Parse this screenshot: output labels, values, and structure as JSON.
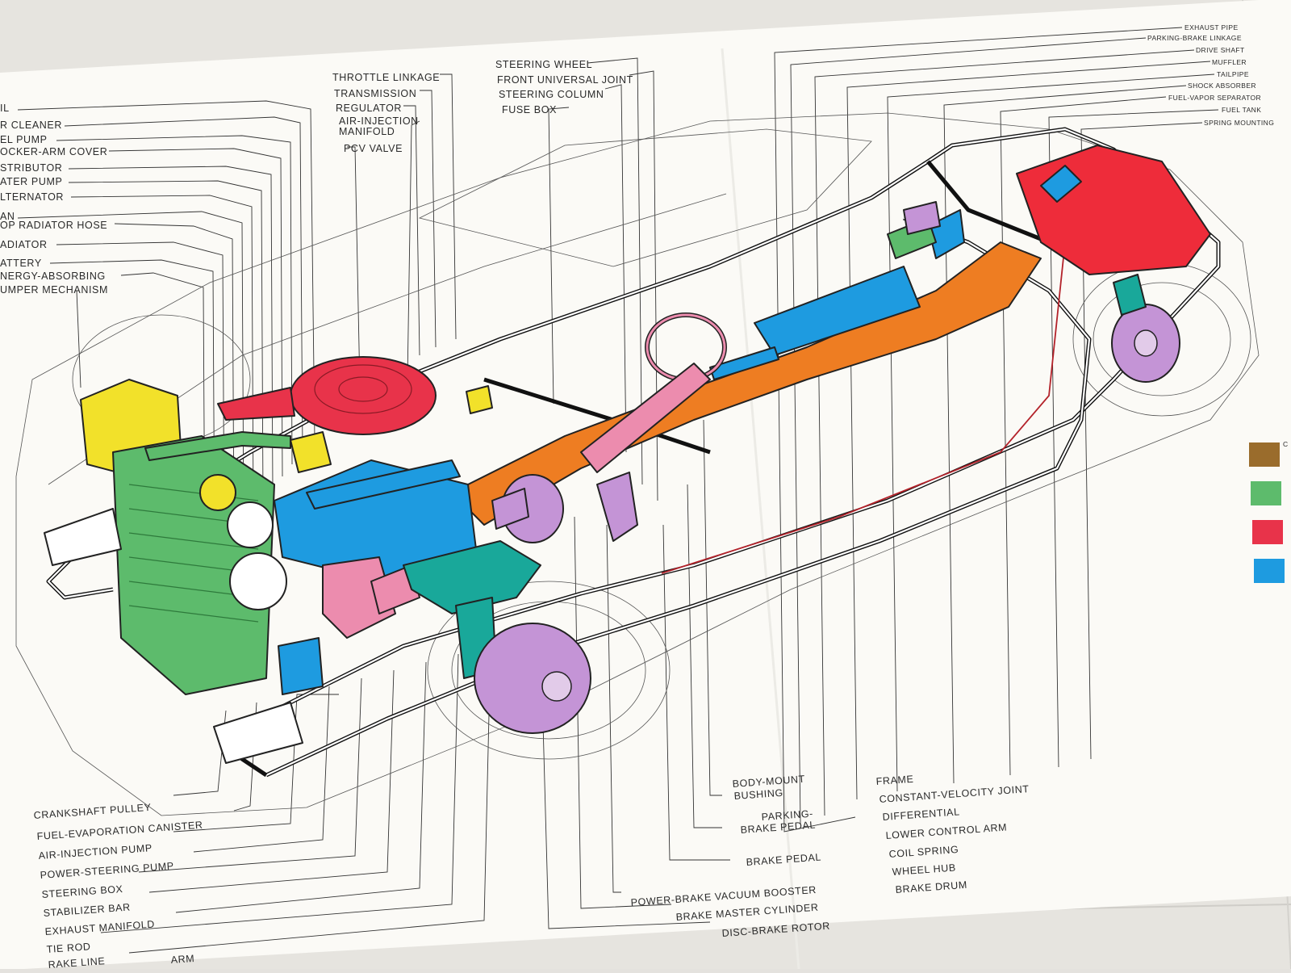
{
  "labels_left": [
    "IL",
    "R CLEANER",
    "EL PUMP",
    "OCKER-ARM COVER",
    "STRIBUTOR",
    "ATER PUMP",
    "LTERNATOR",
    "AN",
    "OP RADIATOR HOSE",
    "ADIATOR",
    "ATTERY",
    "NERGY-ABSORBING",
    "UMPER MECHANISM"
  ],
  "labels_top_mid": [
    "THROTTLE LINKAGE",
    "TRANSMISSION",
    "REGULATOR",
    "AIR-INJECTION",
    "MANIFOLD",
    "PCV VALVE"
  ],
  "labels_top_center": [
    "STEERING WHEEL",
    "FRONT UNIVERSAL JOINT",
    "STEERING COLUMN",
    "FUSE BOX"
  ],
  "labels_top_right": [
    "EXHAUST PIPE",
    "PARKING-BRAKE LINKAGE",
    "DRIVE SHAFT",
    "MUFFLER",
    "TAILPIPE",
    "SHOCK ABSORBER",
    "FUEL-VAPOR SEPARATOR",
    "FUEL TANK",
    "SPRING MOUNTING"
  ],
  "labels_bottom_left": [
    "CRANKSHAFT PULLEY",
    "FUEL-EVAPORATION CANISTER",
    "AIR-INJECTION PUMP",
    "POWER-STEERING PUMP",
    "STEERING BOX",
    "STABILIZER BAR",
    "EXHAUST MANIFOLD",
    "TIE ROD",
    "RAKE LINE",
    "ARM"
  ],
  "labels_bottom_mid": [
    "BODY-MOUNT",
    "BUSHING",
    "PARKING-",
    "BRAKE PEDAL",
    "BRAKE PEDAL",
    "POWER-BRAKE VACUUM BOOSTER",
    "BRAKE MASTER CYLINDER",
    "DISC-BRAKE ROTOR"
  ],
  "labels_bottom_right": [
    "FRAME",
    "CONSTANT-VELOCITY JOINT",
    "DIFFERENTIAL",
    "LOWER CONTROL ARM",
    "COIL SPRING",
    "WHEEL HUB",
    "BRAKE DRUM"
  ],
  "legend_partial": [
    "C"
  ],
  "colors": {
    "engine_blue": "#1e9be0",
    "air_cleaner_red": "#e8334a",
    "battery_yellow": "#f2e12a",
    "radiator_green": "#5dbb6c",
    "drivetrain_orange": "#ee7d22",
    "suspension_teal": "#19a89a",
    "brake_purple": "#c494d6",
    "steering_pink": "#ec8cae",
    "fuel_tank_red": "#ee2c3a",
    "legend_brown": "#9a6c2c"
  }
}
